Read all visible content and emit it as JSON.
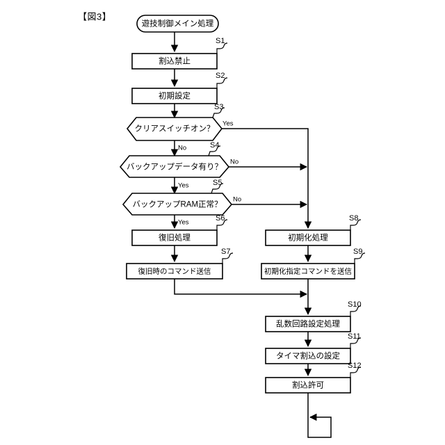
{
  "figure": {
    "label": "【図3】"
  },
  "nodes": {
    "start": {
      "text": "遊技制御メイン処理",
      "shape": "terminator"
    },
    "s1": {
      "step": "S1",
      "text": "割込禁止",
      "shape": "process"
    },
    "s2": {
      "step": "S2",
      "text": "初期設定",
      "shape": "process"
    },
    "s3": {
      "step": "S3",
      "text": "クリアスイッチオン？",
      "shape": "decision",
      "yes": "Yes",
      "no": "No"
    },
    "s4": {
      "step": "S4",
      "text": "バックアップデータ有り？",
      "shape": "decision",
      "yes": "Yes",
      "no": "No"
    },
    "s5": {
      "step": "S5",
      "text": "バックアップRAM正常？",
      "shape": "decision",
      "yes": "Yes",
      "no": "No"
    },
    "s6": {
      "step": "S6",
      "text": "復旧処理",
      "shape": "process"
    },
    "s7": {
      "step": "S7",
      "text": "復旧時のコマンド送信",
      "shape": "process"
    },
    "s8": {
      "step": "S8",
      "text": "初期化処理",
      "shape": "process"
    },
    "s9": {
      "step": "S9",
      "text": "初期化指定コマンドを送信",
      "shape": "process"
    },
    "s10": {
      "step": "S10",
      "text": "乱数回路設定処理",
      "shape": "process"
    },
    "s11": {
      "step": "S11",
      "text": "タイマ割込の設定",
      "shape": "process"
    },
    "s12": {
      "step": "S12",
      "text": "割込許可",
      "shape": "process"
    }
  },
  "colors": {
    "stroke": "#000000",
    "fill": "#ffffff",
    "background": "#ffffff"
  }
}
